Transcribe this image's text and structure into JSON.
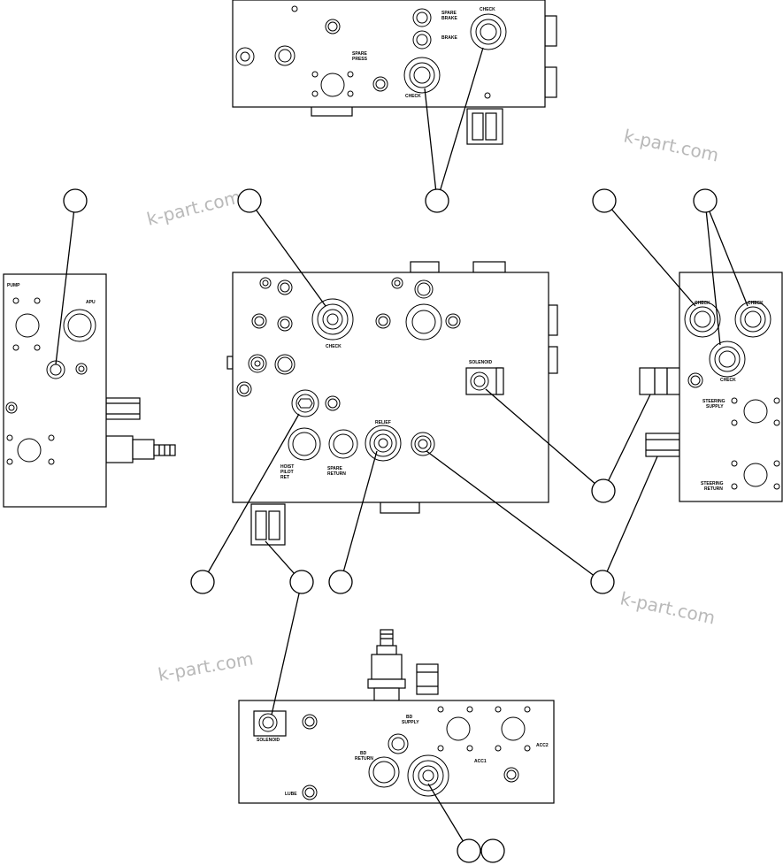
{
  "watermark": "k-part.com",
  "labels": {
    "spare_brake": "SPARE\nBRAKE",
    "brake": "BRAKE",
    "check": "CHECK",
    "spare_press": "SPARE\nPRESS",
    "pump": "PUMP",
    "apu": "APU",
    "steering_supply": "STEERING\nSUPPLY",
    "steering_return": "STEERING\nRETURN",
    "solenoid": "SOLENOID",
    "relief": "RELIEF",
    "hoist_pilot_ret": "HOIST\nPILOT\nRET",
    "spare_return": "SPARE\nRETURN",
    "bd_supply": "BD\nSUPPLY",
    "bd_return": "BD\nRETURN",
    "acc1": "ACC1",
    "acc2": "ACC2",
    "lube": "LUBE"
  }
}
